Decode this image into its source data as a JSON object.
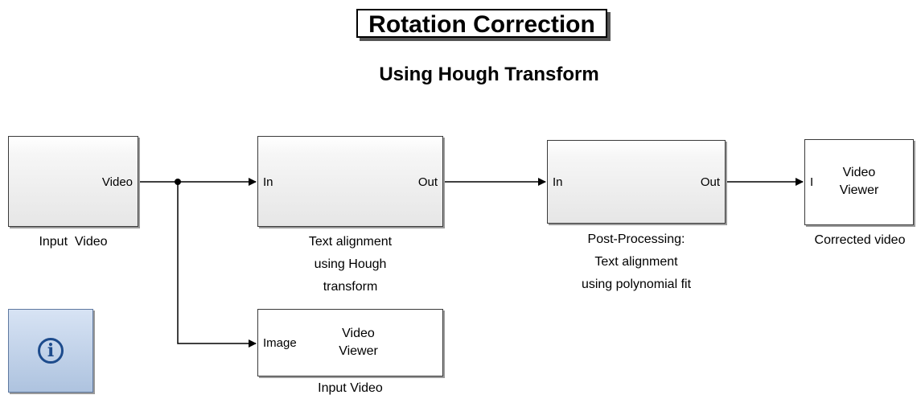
{
  "title": "Rotation Correction",
  "subtitle": "Using Hough Transform",
  "blocks": {
    "input_video": {
      "port_out": "Video",
      "caption": "Input  Video"
    },
    "hough": {
      "port_in": "In",
      "port_out": "Out",
      "caption_lines": [
        "Text alignment",
        "using Hough",
        "transform"
      ]
    },
    "postproc": {
      "port_in": "In",
      "port_out": "Out",
      "caption_lines": [
        "Post-Processing:",
        "Text alignment",
        "using polynomial fit"
      ]
    },
    "corrected_viewer": {
      "port_in": "I",
      "label_lines": [
        "Video",
        "Viewer"
      ],
      "caption": "Corrected video"
    },
    "input_viewer": {
      "port_in": "Image",
      "label_lines": [
        "Video",
        "Viewer"
      ],
      "caption": "Input Video"
    }
  },
  "info_button": {
    "icon": "info-icon",
    "glyph": "i"
  },
  "colors": {
    "wire": "#000000",
    "info_accent": "#1d4b8c",
    "block_border": "#3a3a3a"
  }
}
